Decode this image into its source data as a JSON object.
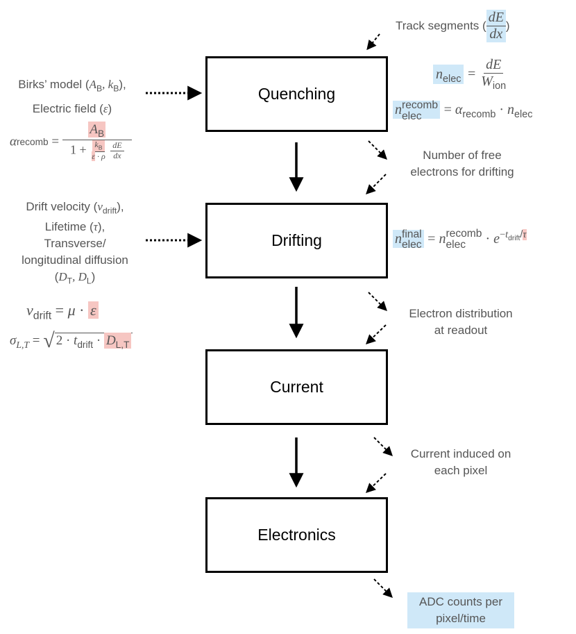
{
  "stages": [
    {
      "label": "Quenching"
    },
    {
      "label": "Drifting"
    },
    {
      "label": "Current"
    },
    {
      "label": "Electronics"
    }
  ],
  "inputs": {
    "quenching": {
      "line1": "Birks’ model (",
      "line1_end": "),",
      "line2": "Electric field ("
    },
    "drifting": {
      "line1": "Drift velocity (",
      "line2": "Lifetime (",
      "line3": "Transverse/",
      "line4": "longitudinal diffusion"
    }
  },
  "flow_labels": {
    "track": "Track segments (",
    "free_electrons_1": "Number of free",
    "free_electrons_2": "electrons for drifting",
    "electron_dist_1": "Electron distribution",
    "electron_dist_2": "at readout",
    "current_1": "Current induced on",
    "current_2": "each pixel",
    "adc_1": "ADC counts per",
    "adc_2": "pixel/time"
  },
  "colors": {
    "highlight_blue": "#cfe8f8",
    "highlight_red": "#f6c6c2",
    "text_gray": "#555555",
    "box_border": "#000000"
  }
}
